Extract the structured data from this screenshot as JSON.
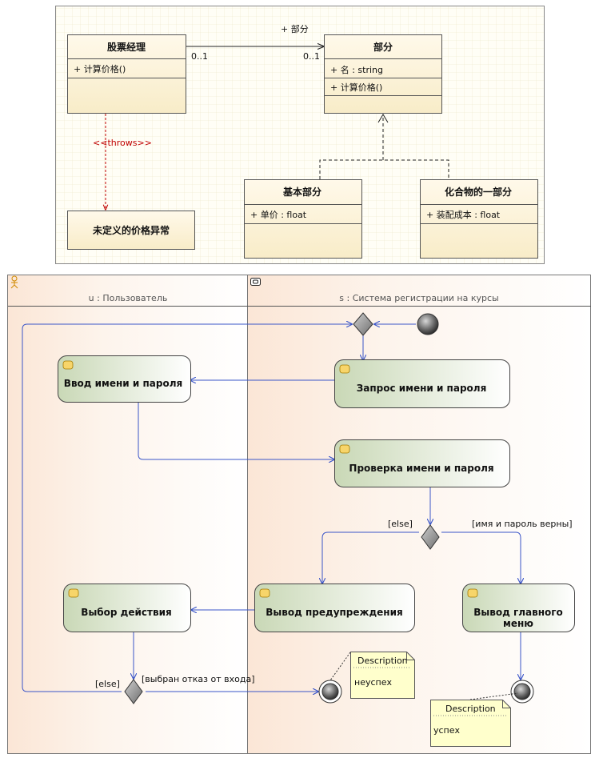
{
  "class_diagram": {
    "classes": {
      "manager": {
        "name": "股票经理",
        "ops": [
          "+ 计算价格()"
        ]
      },
      "part": {
        "name": "部分",
        "attrs": [
          "+ 名 : string"
        ],
        "ops": [
          "+ 计算价格()"
        ]
      },
      "basic": {
        "name": "基本部分",
        "attrs": [
          "+ 单价 : float"
        ]
      },
      "composite": {
        "name": "化合物的一部分",
        "attrs": [
          "+ 装配成本 : float"
        ]
      },
      "exception": {
        "name": "未定义的价格异常"
      }
    },
    "association": {
      "role": "+ 部分",
      "mult_left": "0..1",
      "mult_right": "0..1"
    },
    "dependency": {
      "stereotype": "<<throws>>"
    }
  },
  "activity_diagram": {
    "lanes": {
      "user": "u : Пользователь",
      "system": "s : Система регистрации на курсы"
    },
    "actions": {
      "enter": "Ввод имени и пароля",
      "request": "Запрос имени и пароля",
      "check": "Проверка имени и пароля",
      "warn": "Вывод предупреждения",
      "menu_1": "Вывод главного",
      "menu_2": "меню",
      "choose": "Выбор действия"
    },
    "guards": {
      "else_1": "[else]",
      "valid": "[имя и пароль верны]",
      "else_2": "[else]",
      "cancel": "[выбран отказ от входа]"
    },
    "notes": [
      {
        "title": "Description",
        "text": "неуспех"
      },
      {
        "title": "Description",
        "text": "успех"
      }
    ]
  },
  "colors": {
    "blue_edge": "#3a55c8",
    "red_dep": "#c00000",
    "class_fill": "#fdf4dc",
    "action_fill": "#dfe7cf",
    "note_fill": "#ffffcc"
  }
}
